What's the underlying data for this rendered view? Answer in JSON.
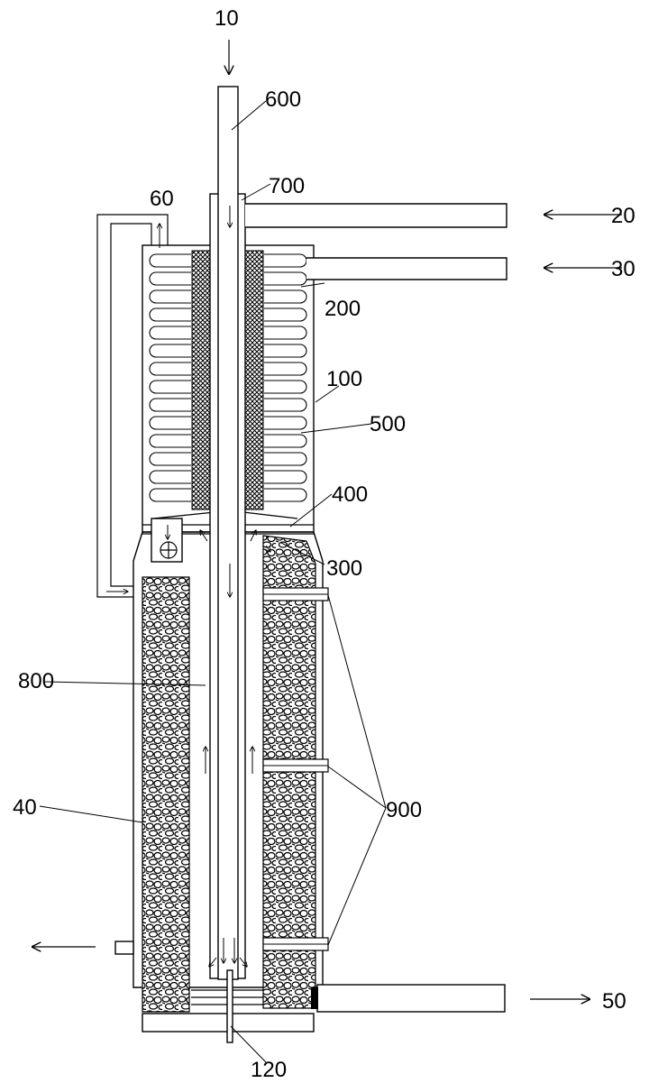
{
  "labels": {
    "l10": "10",
    "l600": "600",
    "l700": "700",
    "l60": "60",
    "l20": "20",
    "l30": "30",
    "l200": "200",
    "l100": "100",
    "l500": "500",
    "l400": "400",
    "l300": "300",
    "l800": "800",
    "l40": "40",
    "l900": "900",
    "l50": "50",
    "l120": "120"
  },
  "colors": {
    "line": "#000000",
    "background": "#ffffff"
  },
  "coil_turns": 14,
  "support_count": 3
}
